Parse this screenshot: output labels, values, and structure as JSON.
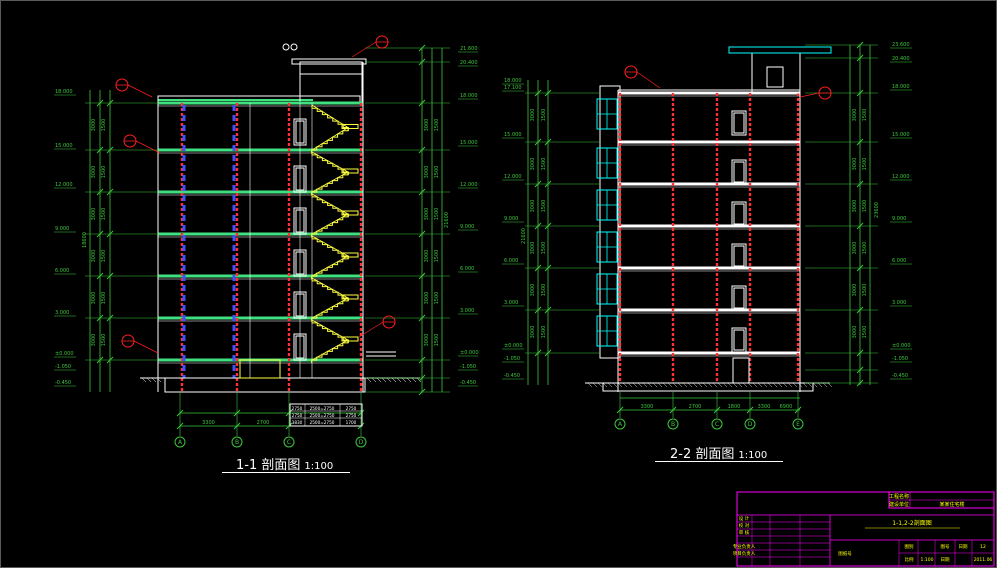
{
  "colors": {
    "background": "#000000",
    "outline": "#ffffff",
    "floor_slab": "#40e080",
    "dimension": "#3cc83c",
    "wall": "#ff3030",
    "column": "#4050ff",
    "stair": "#ffff40",
    "window": "#00ffff",
    "callout": "#ff2020",
    "title_block": "#ff00ff",
    "title_text": "#ffff00"
  },
  "sections": [
    {
      "id": "section-1-1",
      "title": "1-1 剖面图",
      "scale": "1:100",
      "grid_axes": [
        "A",
        "B",
        "C",
        "D"
      ],
      "bay_dims": [
        "3300",
        "2700",
        "",
        ""
      ],
      "left_elevations": [
        "18.000",
        "15.000",
        "12.000",
        "9.000",
        "6.000",
        "3.000",
        "±0.000",
        "-1.050",
        "-0.450"
      ],
      "right_elevations": [
        "21.600",
        "20.400",
        "18.000",
        "15.000",
        "12.000",
        "9.000",
        "6.000",
        "3.000",
        "±0.000",
        "-1.050",
        "-0.450"
      ],
      "stair_table": [
        [
          "2750",
          "2500=2750",
          "2750"
        ],
        [
          "2750",
          "2500=2750",
          "2750"
        ],
        [
          "3830",
          "2500=2750",
          "1700"
        ]
      ]
    },
    {
      "id": "section-2-2",
      "title": "2-2 剖面图",
      "scale": "1:100",
      "grid_axes": [
        "A",
        "B",
        "C",
        "D",
        "E"
      ],
      "bay_dims": [
        "3300",
        "2700",
        "1800",
        "3300",
        "6900"
      ],
      "left_elevations": [
        "18.000",
        "17.100",
        "15.000",
        "12.000",
        "9.000",
        "6.000",
        "3.000",
        "±0.000",
        "-1.050",
        "-0.450"
      ],
      "right_elevations": [
        "23.600",
        "20.400",
        "18.000",
        "15.000",
        "12.000",
        "9.000",
        "6.000",
        "3.000",
        "±0.000",
        "-1.050",
        "-0.450"
      ]
    }
  ],
  "title_block": {
    "rows": [
      [
        "工程名称",
        ""
      ],
      [
        "建设单位",
        "某某住宅楼"
      ],
      [
        "",
        "1-1,2-2剖面图"
      ],
      [
        "设  计",
        ""
      ],
      [
        "校  对",
        ""
      ],
      [
        "审  核",
        ""
      ],
      [
        "专业负责人",
        ""
      ],
      [
        "项目负责人",
        "图纸号"
      ]
    ],
    "footer": [
      "图别",
      "图号",
      "比例",
      "1:100",
      "日期",
      "2011.06"
    ],
    "drawing_name": "1-1,2-2剖面图",
    "scale": "1:100",
    "date": "2011.06",
    "sheet": "12"
  }
}
